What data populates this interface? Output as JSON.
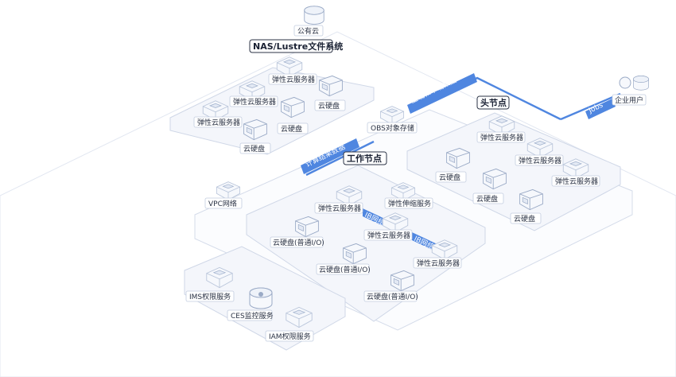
{
  "labels": {
    "public_cloud": "公有云",
    "nas": "NAS/Lustre文件系统",
    "nas_ecs_1": "弹性云服务器",
    "nas_ecs_2": "弹性云服务器",
    "nas_ecs_3": "弹性云服务器",
    "nas_disk_1": "云硬盘",
    "nas_disk_2": "云硬盘",
    "nas_disk_3": "云硬盘",
    "obs": "OBS对象存储",
    "upload": "上载和下载数据",
    "compute_result": "计算结果数据",
    "head_node": "头节点",
    "jobs": "Jobs",
    "enterprise_user": "企业用户",
    "head_ecs_1": "弹性云服务器",
    "head_ecs_2": "弹性云服务器",
    "head_ecs_3": "弹性云服务器",
    "head_disk_1": "云硬盘",
    "head_disk_2": "云硬盘",
    "head_disk_3": "云硬盘",
    "work_node": "工作节点",
    "vpc": "VPC网络",
    "as_service": "弹性伸缩服务",
    "work_ecs_1": "弹性云服务器",
    "work_ecs_2": "弹性云服务器",
    "work_ecs_3": "弹性云服务器",
    "work_disk_1": "云硬盘(普通I/O)",
    "work_disk_2": "云硬盘(普通I/O)",
    "work_disk_3": "云硬盘(普通I/O)",
    "ib_1": "IB网络",
    "ib_2": "IB网络",
    "ims": "IMS权限服务",
    "ces": "CES监控服务",
    "iam": "IAM权限服务"
  },
  "colors": {
    "accent": "#4f86e0",
    "line": "#dfe5f1",
    "box": "#f0f3fa"
  }
}
